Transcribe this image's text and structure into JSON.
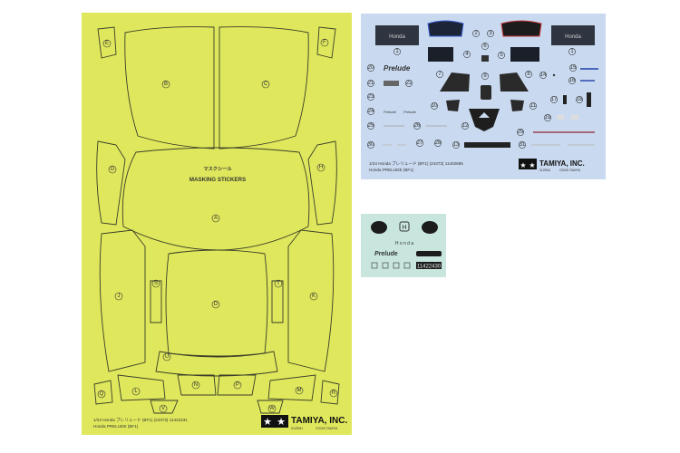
{
  "masking_sheet": {
    "color": "#dfe85c",
    "title_jp": "マスクシール",
    "title_en": "MASKING STICKERS",
    "footer_line1": "1/24 Honda プレリュード (BF1)   (24373) 11422431",
    "footer_line2": "Honda PRELUDE (BF1)",
    "brand": "TAMIYA, INC.",
    "code": "0125SH",
    "copyright": "©2025 TAMIYA",
    "part_labels": [
      "E",
      "F",
      "B",
      "C",
      "G",
      "H",
      "A",
      "J",
      "K",
      "S",
      "T",
      "D",
      "U",
      "Q",
      "L",
      "N",
      "P",
      "M",
      "R",
      "V",
      "W"
    ]
  },
  "decal_sheet": {
    "color": "#c9daf0",
    "plate_text": "Honda",
    "footer_line1": "1/24 Honda プレリュード (BF1)   (24373) 11402685",
    "footer_line2": "Honda PRELUDE (BF1)",
    "brand": "TAMIYA, INC.",
    "code": "0125SA",
    "copyright": "©2025 TAMIYA",
    "prelude_script": "Prelude",
    "numbers": [
      "1",
      "1",
      "2",
      "3",
      "4",
      "5",
      "6",
      "7",
      "8",
      "9",
      "10",
      "11",
      "12",
      "13",
      "14",
      "15",
      "16",
      "17",
      "18",
      "19",
      "20",
      "21",
      "22",
      "23",
      "24",
      "25",
      "26",
      "27",
      "28",
      "29",
      "30",
      "31"
    ]
  },
  "small_decal_sheet": {
    "color": "#c8e6de",
    "honda_text": "H o n d a",
    "prelude_script": "Prelude",
    "serial": "11422430"
  }
}
